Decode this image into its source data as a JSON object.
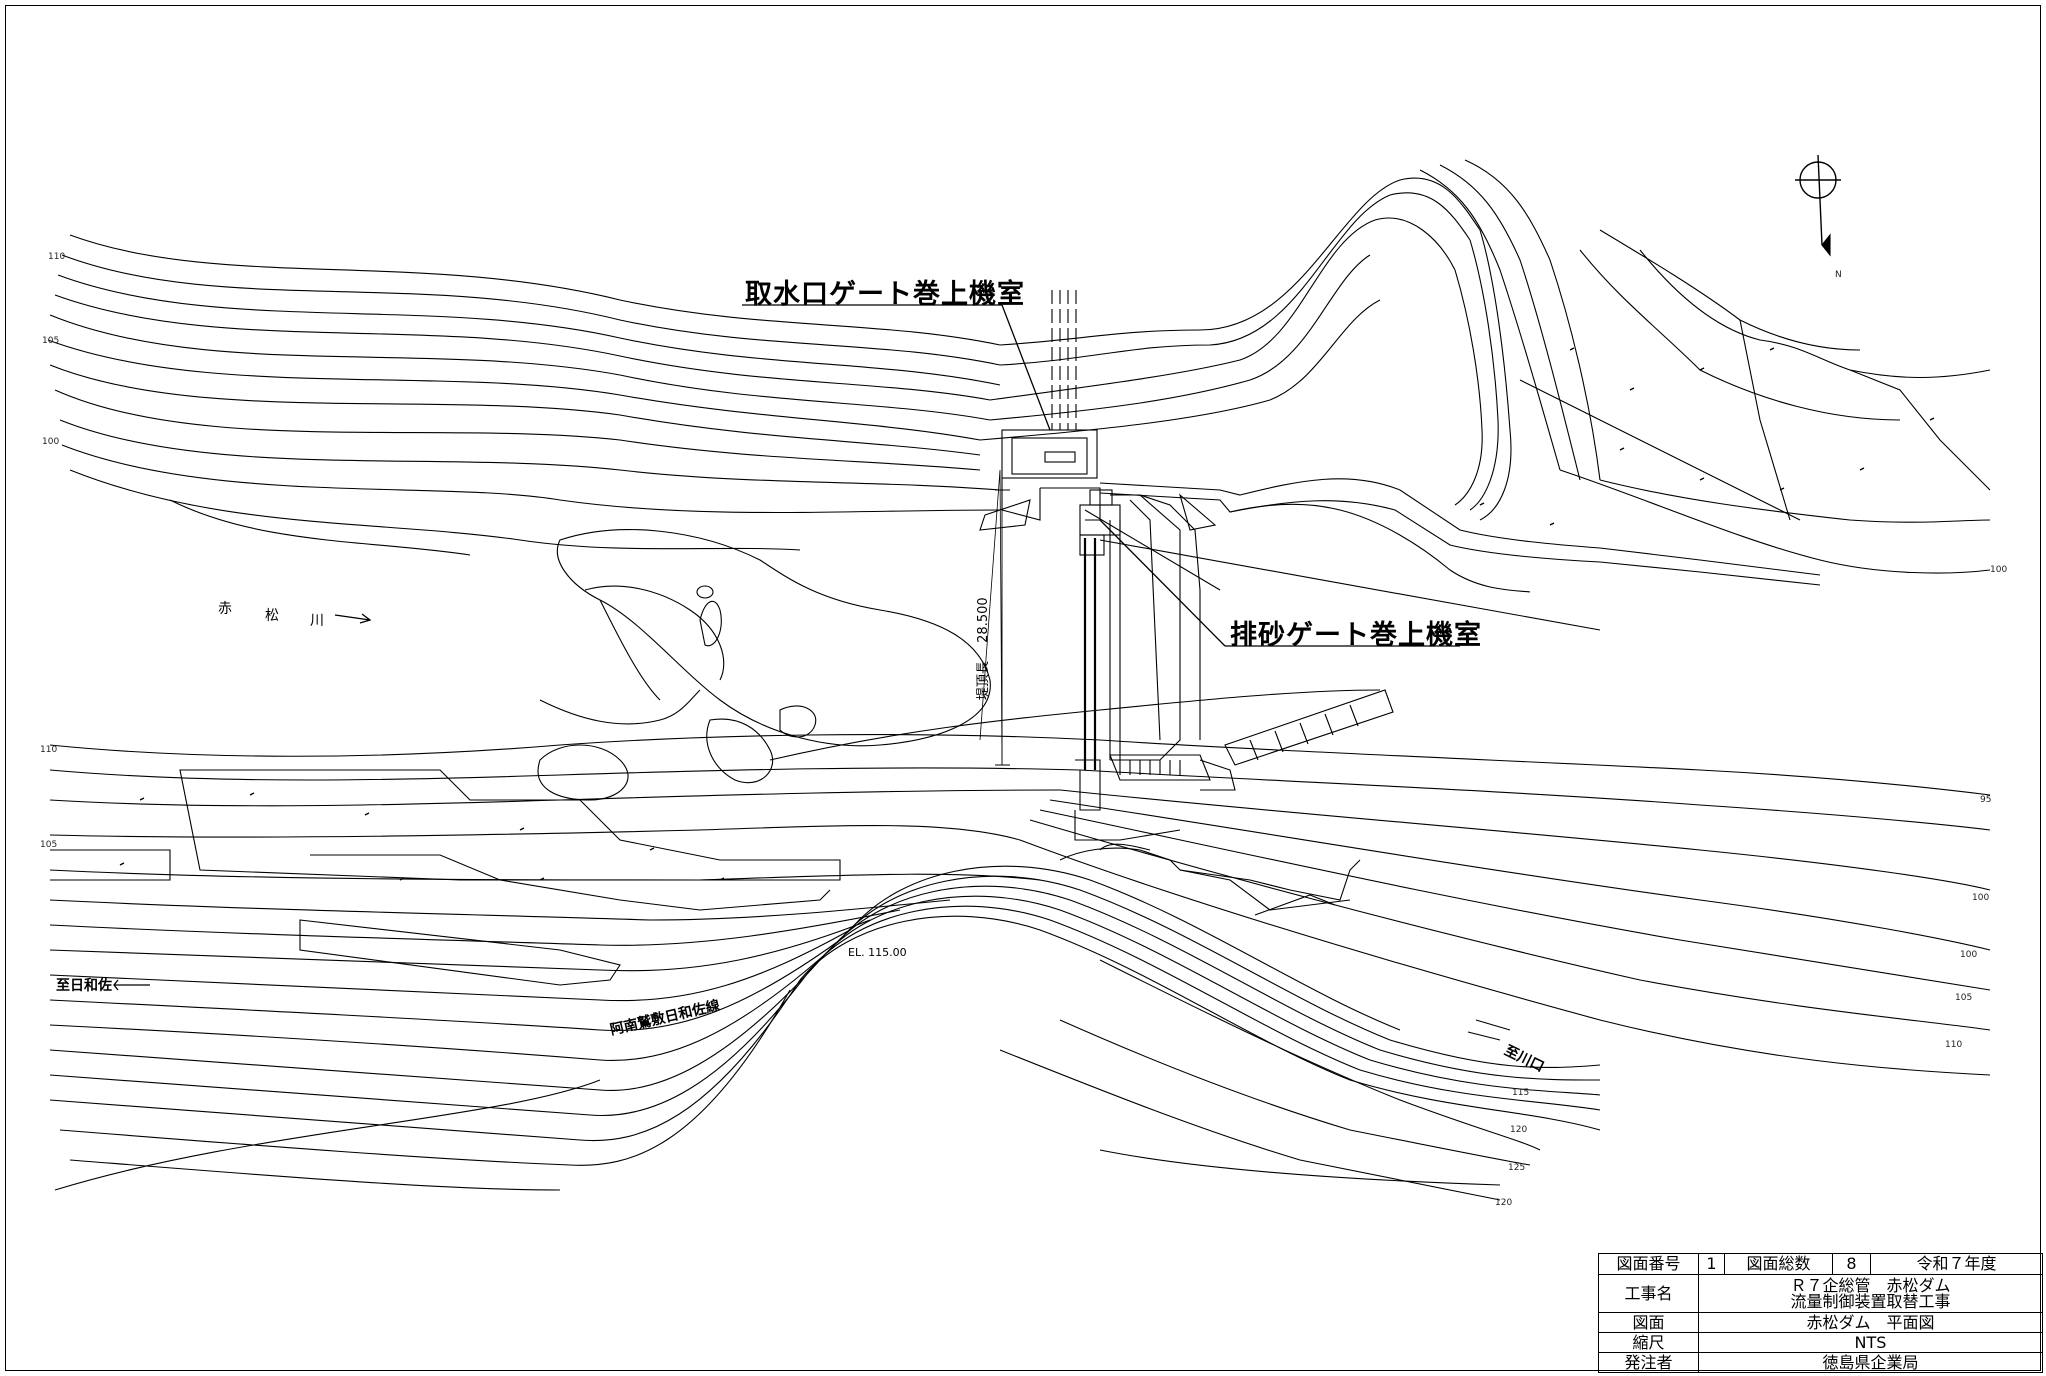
{
  "labels": {
    "intake_gate_room": "取水口ゲート巻上機室",
    "sand_gate_room": "排砂ゲート巻上機室",
    "river": [
      "赤",
      "松",
      "川"
    ],
    "to_hiwasa": "至日和佐",
    "route": "阿南鷲敷日和佐線",
    "to_kawaguchi": "至川口",
    "elevation": "EL. 115.00",
    "crest_length_label": "堤頂長",
    "crest_length_value": "28.500",
    "north": "N"
  },
  "contour_labels": [
    "110",
    "105",
    "100",
    "110",
    "105",
    "100",
    "95",
    "100",
    "100",
    "105",
    "110",
    "115",
    "120",
    "125",
    "120"
  ],
  "title_block": {
    "drawing_number_label": "図面番号",
    "drawing_number": "1",
    "total_label": "図面総数",
    "total": "8",
    "year": "令和７年度",
    "project_label": "工事名",
    "project_line1": "Ｒ７企総管　赤松ダム",
    "project_line2": "流量制御装置取替工事",
    "drawing_label": "図面",
    "drawing_name": "赤松ダム　平面図",
    "scale_label": "縮尺",
    "scale": "NTS",
    "client_label": "発注者",
    "client": "徳島県企業局"
  }
}
